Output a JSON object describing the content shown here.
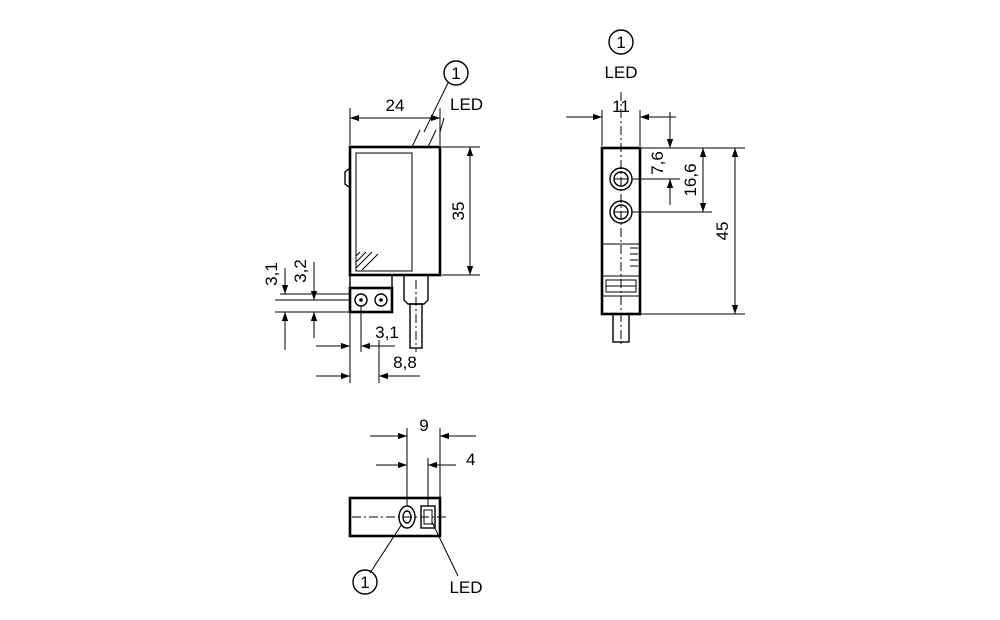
{
  "markers": {
    "one": "1",
    "led": "LED"
  },
  "side_view": {
    "width": "24",
    "height": "35",
    "d1": "3,1",
    "d2": "3,2",
    "d3": "3,1",
    "d4": "8,8"
  },
  "front_view": {
    "width": "11",
    "d1": "7,6",
    "d2": "16,6",
    "height": "45"
  },
  "bottom_view": {
    "d1": "9",
    "d2": "4"
  }
}
